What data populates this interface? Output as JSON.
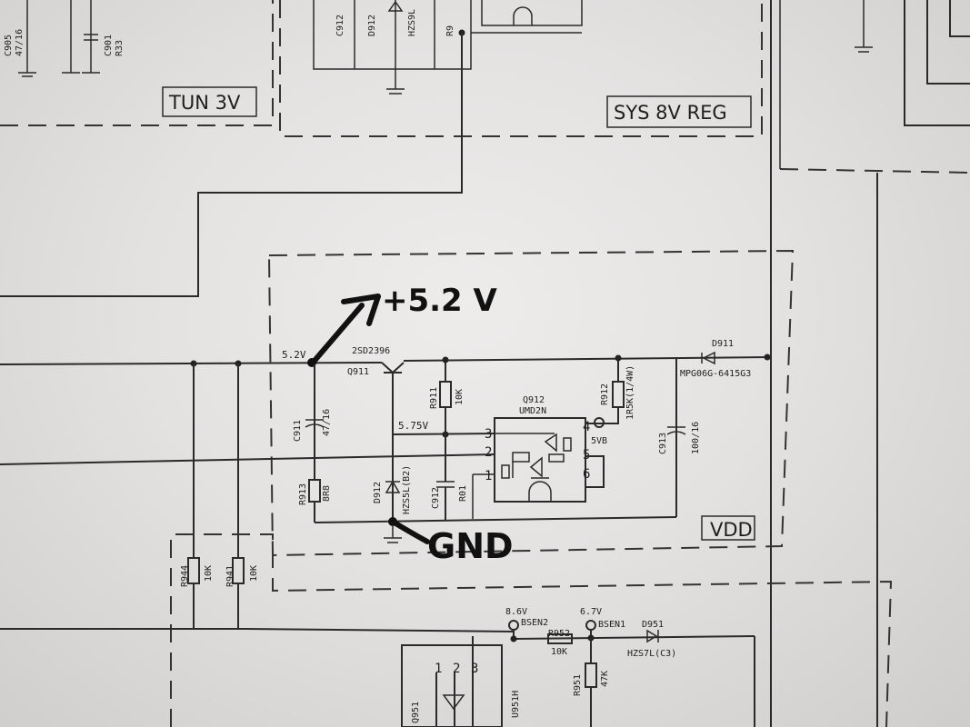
{
  "blocks": {
    "tun": "TUN 3V",
    "sys": "SYS 8V REG",
    "vdd": "VDD"
  },
  "annotations": {
    "plus_v": "+5.2 V",
    "gnd": "GND"
  },
  "nets": {
    "n52": "5.2V",
    "n575": "5.75V",
    "n5vb": "5VB",
    "n86": "8.6V",
    "n67": "6.7V"
  },
  "parts": {
    "q911_type": "2SD2396",
    "q911": "Q911",
    "q912": "Q912",
    "q912_type": "UMD2N",
    "d911": "D911",
    "d911_type": "MPG06G-6415G3",
    "r911": "R911",
    "r911_val": "10K",
    "r912": "R912",
    "r912_val": "1R5K(1/4W)",
    "c911": "C911",
    "c911_val": "47/16",
    "c913": "C913",
    "c913_val": "100/16",
    "r913": "R913",
    "r913_val": "8R8",
    "d912": "D912",
    "d912_val": "HZS5L(B2)",
    "c912": "C912",
    "c912_val": "R01",
    "r944": "R944",
    "r944_val": "10K",
    "r941": "R941",
    "r941_val": "10K",
    "bsen2": "BSEN2",
    "bsen1": "BSEN1",
    "r952": "R952",
    "r952_val": "10K",
    "d951": "D951",
    "d951_val": "HZS7L(C3)",
    "r951": "R951",
    "r951_val": "47K",
    "q951": "Q951",
    "u951": "U951H",
    "c905": "C905",
    "c905_val": "47/16",
    "c901": "C901",
    "c901_val": "R33"
  },
  "pins": {
    "p1": "1",
    "p2": "2",
    "p3": "3",
    "p4": "4",
    "p5": "5",
    "p6": "6",
    "b1": "1",
    "b2": "2",
    "b3": "3"
  }
}
